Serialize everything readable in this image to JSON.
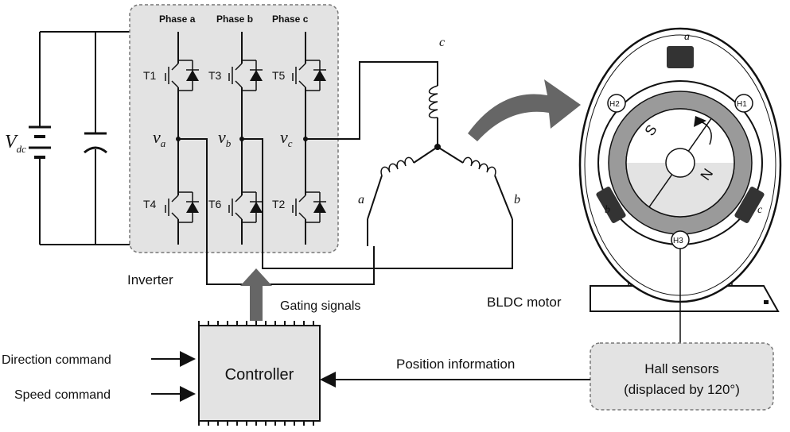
{
  "inverter": {
    "label": "Inverter",
    "phases": [
      "Phase a",
      "Phase b",
      "Phase c"
    ],
    "upper_switches": [
      "T1",
      "T3",
      "T5"
    ],
    "lower_switches": [
      "T4",
      "T6",
      "T2"
    ],
    "node_labels": [
      {
        "main": "v",
        "sub": "a"
      },
      {
        "main": "v",
        "sub": "b"
      },
      {
        "main": "v",
        "sub": "c"
      }
    ]
  },
  "supply": {
    "main": "V",
    "sub": "dc"
  },
  "winding_labels": [
    "a",
    "b",
    "c"
  ],
  "motor": {
    "label": "BLDC motor",
    "slot_labels": [
      "a",
      "b",
      "c"
    ],
    "hall_labels": [
      "H1",
      "H2",
      "H3"
    ],
    "pole_labels": [
      "S",
      "N"
    ]
  },
  "controller": {
    "label": "Controller"
  },
  "inputs": [
    "Direction command",
    "Speed command"
  ],
  "gating_label": "Gating signals",
  "position_label": "Position information",
  "hall_box": {
    "line1": "Hall sensors",
    "line2": "(displaced by 120°)"
  },
  "colors": {
    "panel_fill": "#e3e3e3",
    "rotor_ring": "#9a9a9a",
    "arrow": "#666666"
  }
}
